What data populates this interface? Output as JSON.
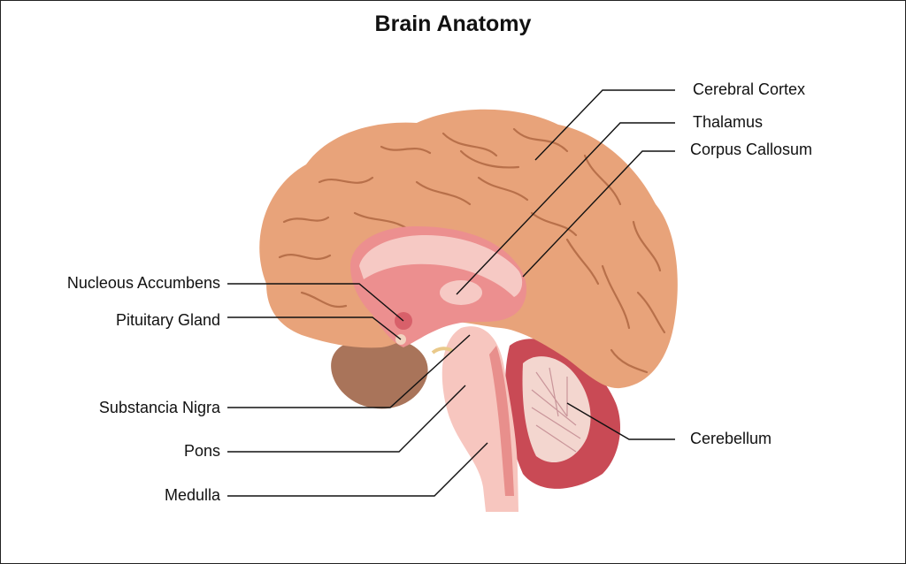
{
  "title": "Brain Anatomy",
  "labels": {
    "cerebral_cortex": "Cerebral Cortex",
    "thalamus": "Thalamus",
    "corpus_callosum": "Corpus Callosum",
    "nucleous_accumbens": "Nucleous Accumbens",
    "pituitary_gland": "Pituitary Gland",
    "substancia_nigra": "Substancia Nigra",
    "pons": "Pons",
    "medulla": "Medulla",
    "cerebellum": "Cerebellum"
  },
  "colors": {
    "cortex": "#e8a37a",
    "cortex_fold": "#b8704a",
    "inner_structures": "#ec8f8f",
    "corpus_callosum": "#f6c9c4",
    "cerebellum": "#c94a55",
    "cerebellum_white": "#f3d6cf",
    "brainstem": "#f7c6bf",
    "temporal_lobe": "#a9745a",
    "leader_lines": "#111111"
  }
}
